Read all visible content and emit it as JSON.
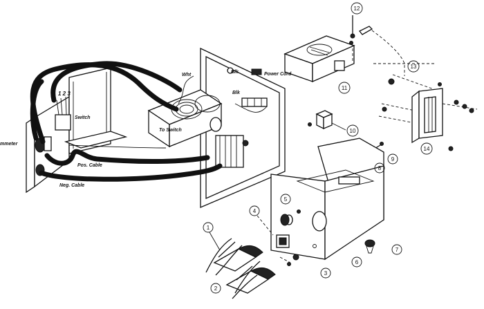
{
  "labels": {
    "ammeter": "mmeter",
    "switch": "Switch",
    "switch_terminals": "1 2 3",
    "wht": "Wht",
    "blk_top": "Blk",
    "power_cord": "Power Cord",
    "blk": "Blk",
    "to_switch": "To Switch",
    "pos_cable": "Pos. Cable",
    "neg_cable": "Neg. Cable"
  },
  "callouts": [
    "1",
    "2",
    "3",
    "4",
    "5",
    "6",
    "7",
    "8",
    "9",
    "10",
    "11",
    "12",
    "13",
    "14"
  ]
}
